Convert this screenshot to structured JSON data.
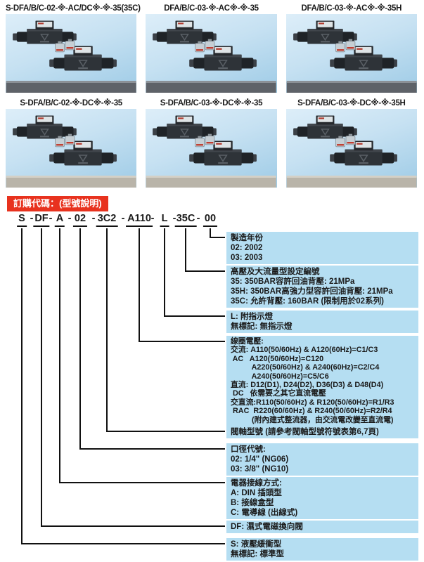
{
  "products": {
    "row1": [
      {
        "label": "S-DFA/B/C-02-※-AC/DC※-※-35(35C)"
      },
      {
        "label": "DFA/B/C-03-※-AC※-※-35"
      },
      {
        "label": "DFA/B/C-03-※-AC※-※-35H"
      }
    ],
    "row2": [
      {
        "label": "S-DFA/B/C-02-※-DC※-※-35"
      },
      {
        "label": "S-DFA/B/C-03-※-DC※-※-35"
      },
      {
        "label": "S-DFA/B/C-03-※-DC※-※-35H"
      }
    ]
  },
  "banner": {
    "label": "訂購代碼：(型號說明)"
  },
  "code": {
    "segments": [
      "S",
      "DF",
      "A",
      "02",
      "3C2",
      "A110",
      "L",
      "35C",
      "00"
    ],
    "separator": "-"
  },
  "boxes": {
    "year": {
      "lines": [
        "製造年份",
        "02: 2002",
        "03: 2003"
      ]
    },
    "pressure": {
      "lines": [
        "高壓及大流量型設定編號",
        "35: 350BAR容許回油背壓: 21MPa",
        "35H: 350BAR高強力型容許回油背壓: 21MPa",
        "35C: 允許背壓: 160BAR (限制用於02系列)"
      ]
    },
    "lamp": {
      "lines": [
        "L: 附指示燈",
        "無標記: 無指示燈"
      ]
    },
    "coil": {
      "lines": [
        "線圈電壓:",
        "交流: A110(50/60Hz) & A120(60Hz)=C1/C3",
        " AC   A120(50/60Hz)=C120",
        "          A220(50/60Hz) & A240(60Hz)=C2/C4",
        "          A240(50/60Hz)=C5/C6",
        "直流: D12(D1), D24(D2), D36(D3) & D48(D4)",
        " DC   依需要之其它直流電壓",
        "交直流:R110(50/60Hz) & R120(50/60Hz)=R1/R3",
        " RAC  R220(60/60Hz) & R240(50/60Hz)=R2/R4",
        "          (附內建式整流器，由交流電改變至直流電)"
      ]
    },
    "spool": {
      "lines": [
        "閥軸型號 (請參考閥軸型號符號表第6,7頁)"
      ]
    },
    "port": {
      "lines": [
        "口徑代號:",
        "02: 1/4\" (NG06)",
        "03: 3/8\" (NG10)"
      ]
    },
    "wiring": {
      "lines": [
        "電器接線方式:",
        "A: DIN 插頭型",
        "B: 接線盒型",
        "C: 電導線 (出線式)"
      ]
    },
    "df": {
      "lines": [
        "DF: 濕式電磁換向閥"
      ]
    },
    "s": {
      "lines": [
        "S: 液壓緩衝型",
        "無標記: 標準型"
      ]
    }
  },
  "colors": {
    "banner_bg": "#e8321e",
    "banner_text": "#ffffff",
    "box_bg": "#b5def2",
    "text": "#1a1a1a",
    "line": "#111111",
    "photo_bg_top": "#ddeef9",
    "photo_bg_bottom": "#9ecbe6"
  }
}
